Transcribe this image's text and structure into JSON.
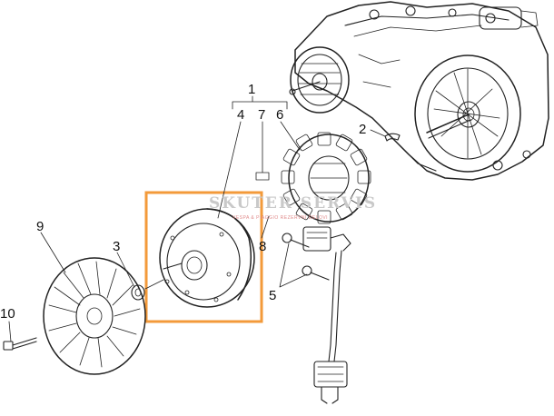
{
  "callouts": {
    "c1": "1",
    "c2": "2",
    "c3": "3",
    "c4": "4",
    "c5": "5",
    "c6": "6",
    "c7": "7",
    "c8": "8",
    "c9": "9",
    "c10": "10"
  },
  "watermark": {
    "title": "SKUTER SERVIS",
    "subtitle": "VESPA & PIAGGIO REZERVNI DELOVI"
  },
  "colors": {
    "highlight": "#f39a3a",
    "lines": "#222222",
    "watermark_text": "#c9c9c9",
    "watermark_sub": "#e08a8a"
  }
}
